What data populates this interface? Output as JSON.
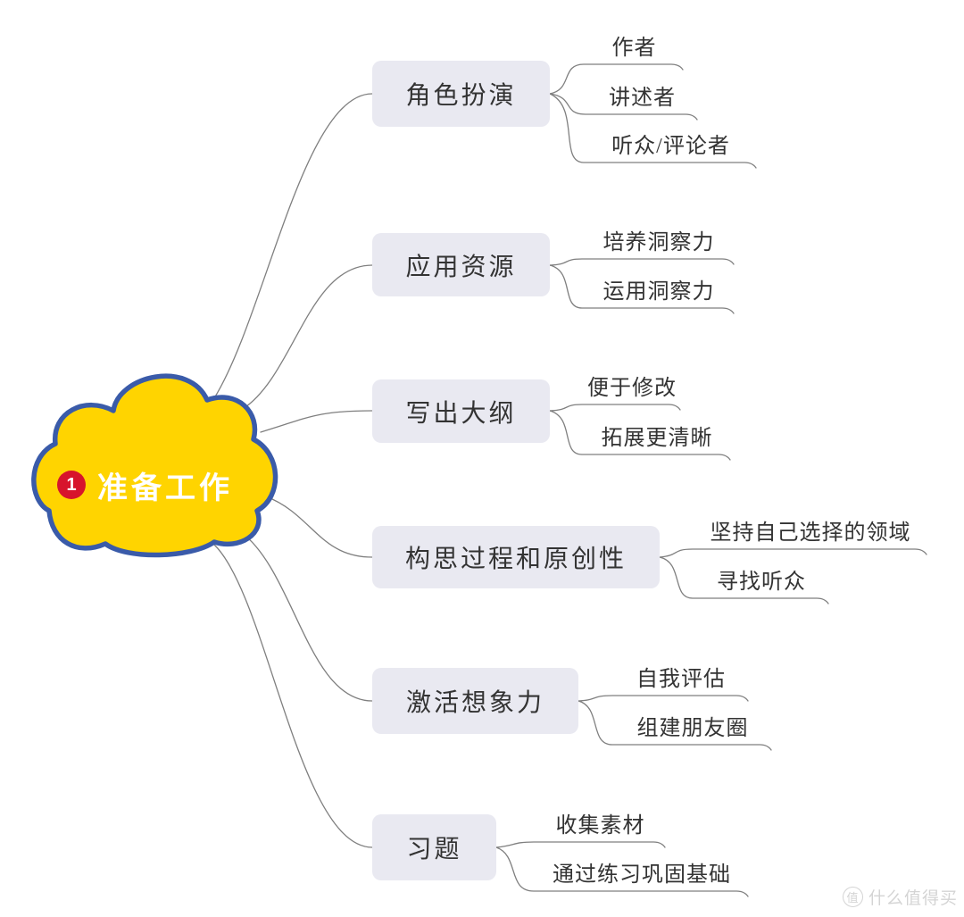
{
  "root": {
    "badge": "1",
    "label": "准备工作"
  },
  "branches": [
    {
      "label": "角色扮演",
      "children": [
        "作者",
        "讲述者",
        "听众/评论者"
      ]
    },
    {
      "label": "应用资源",
      "children": [
        "培养洞察力",
        "运用洞察力"
      ]
    },
    {
      "label": "写出大纲",
      "children": [
        "便于修改",
        "拓展更清晰"
      ]
    },
    {
      "label": "构思过程和原创性",
      "children": [
        "坚持自己选择的领域",
        "寻找听众"
      ]
    },
    {
      "label": "激活想象力",
      "children": [
        "自我评估",
        "组建朋友圈"
      ]
    },
    {
      "label": "习题",
      "children": [
        "收集素材",
        "通过练习巩固基础"
      ]
    }
  ],
  "watermark": {
    "badge": "值",
    "text": "什么值得买"
  },
  "style": {
    "root_fill": "#ffd400",
    "root_stroke": "#3a5ba9",
    "root_text": "#ffffff",
    "badge_color": "#d7142c",
    "branch_fill": "#e9e9f1",
    "branch_text": "#333333",
    "leaf_text": "#333333",
    "line_color": "#7f7f7f",
    "watermark_color": "#d4d4d4"
  }
}
